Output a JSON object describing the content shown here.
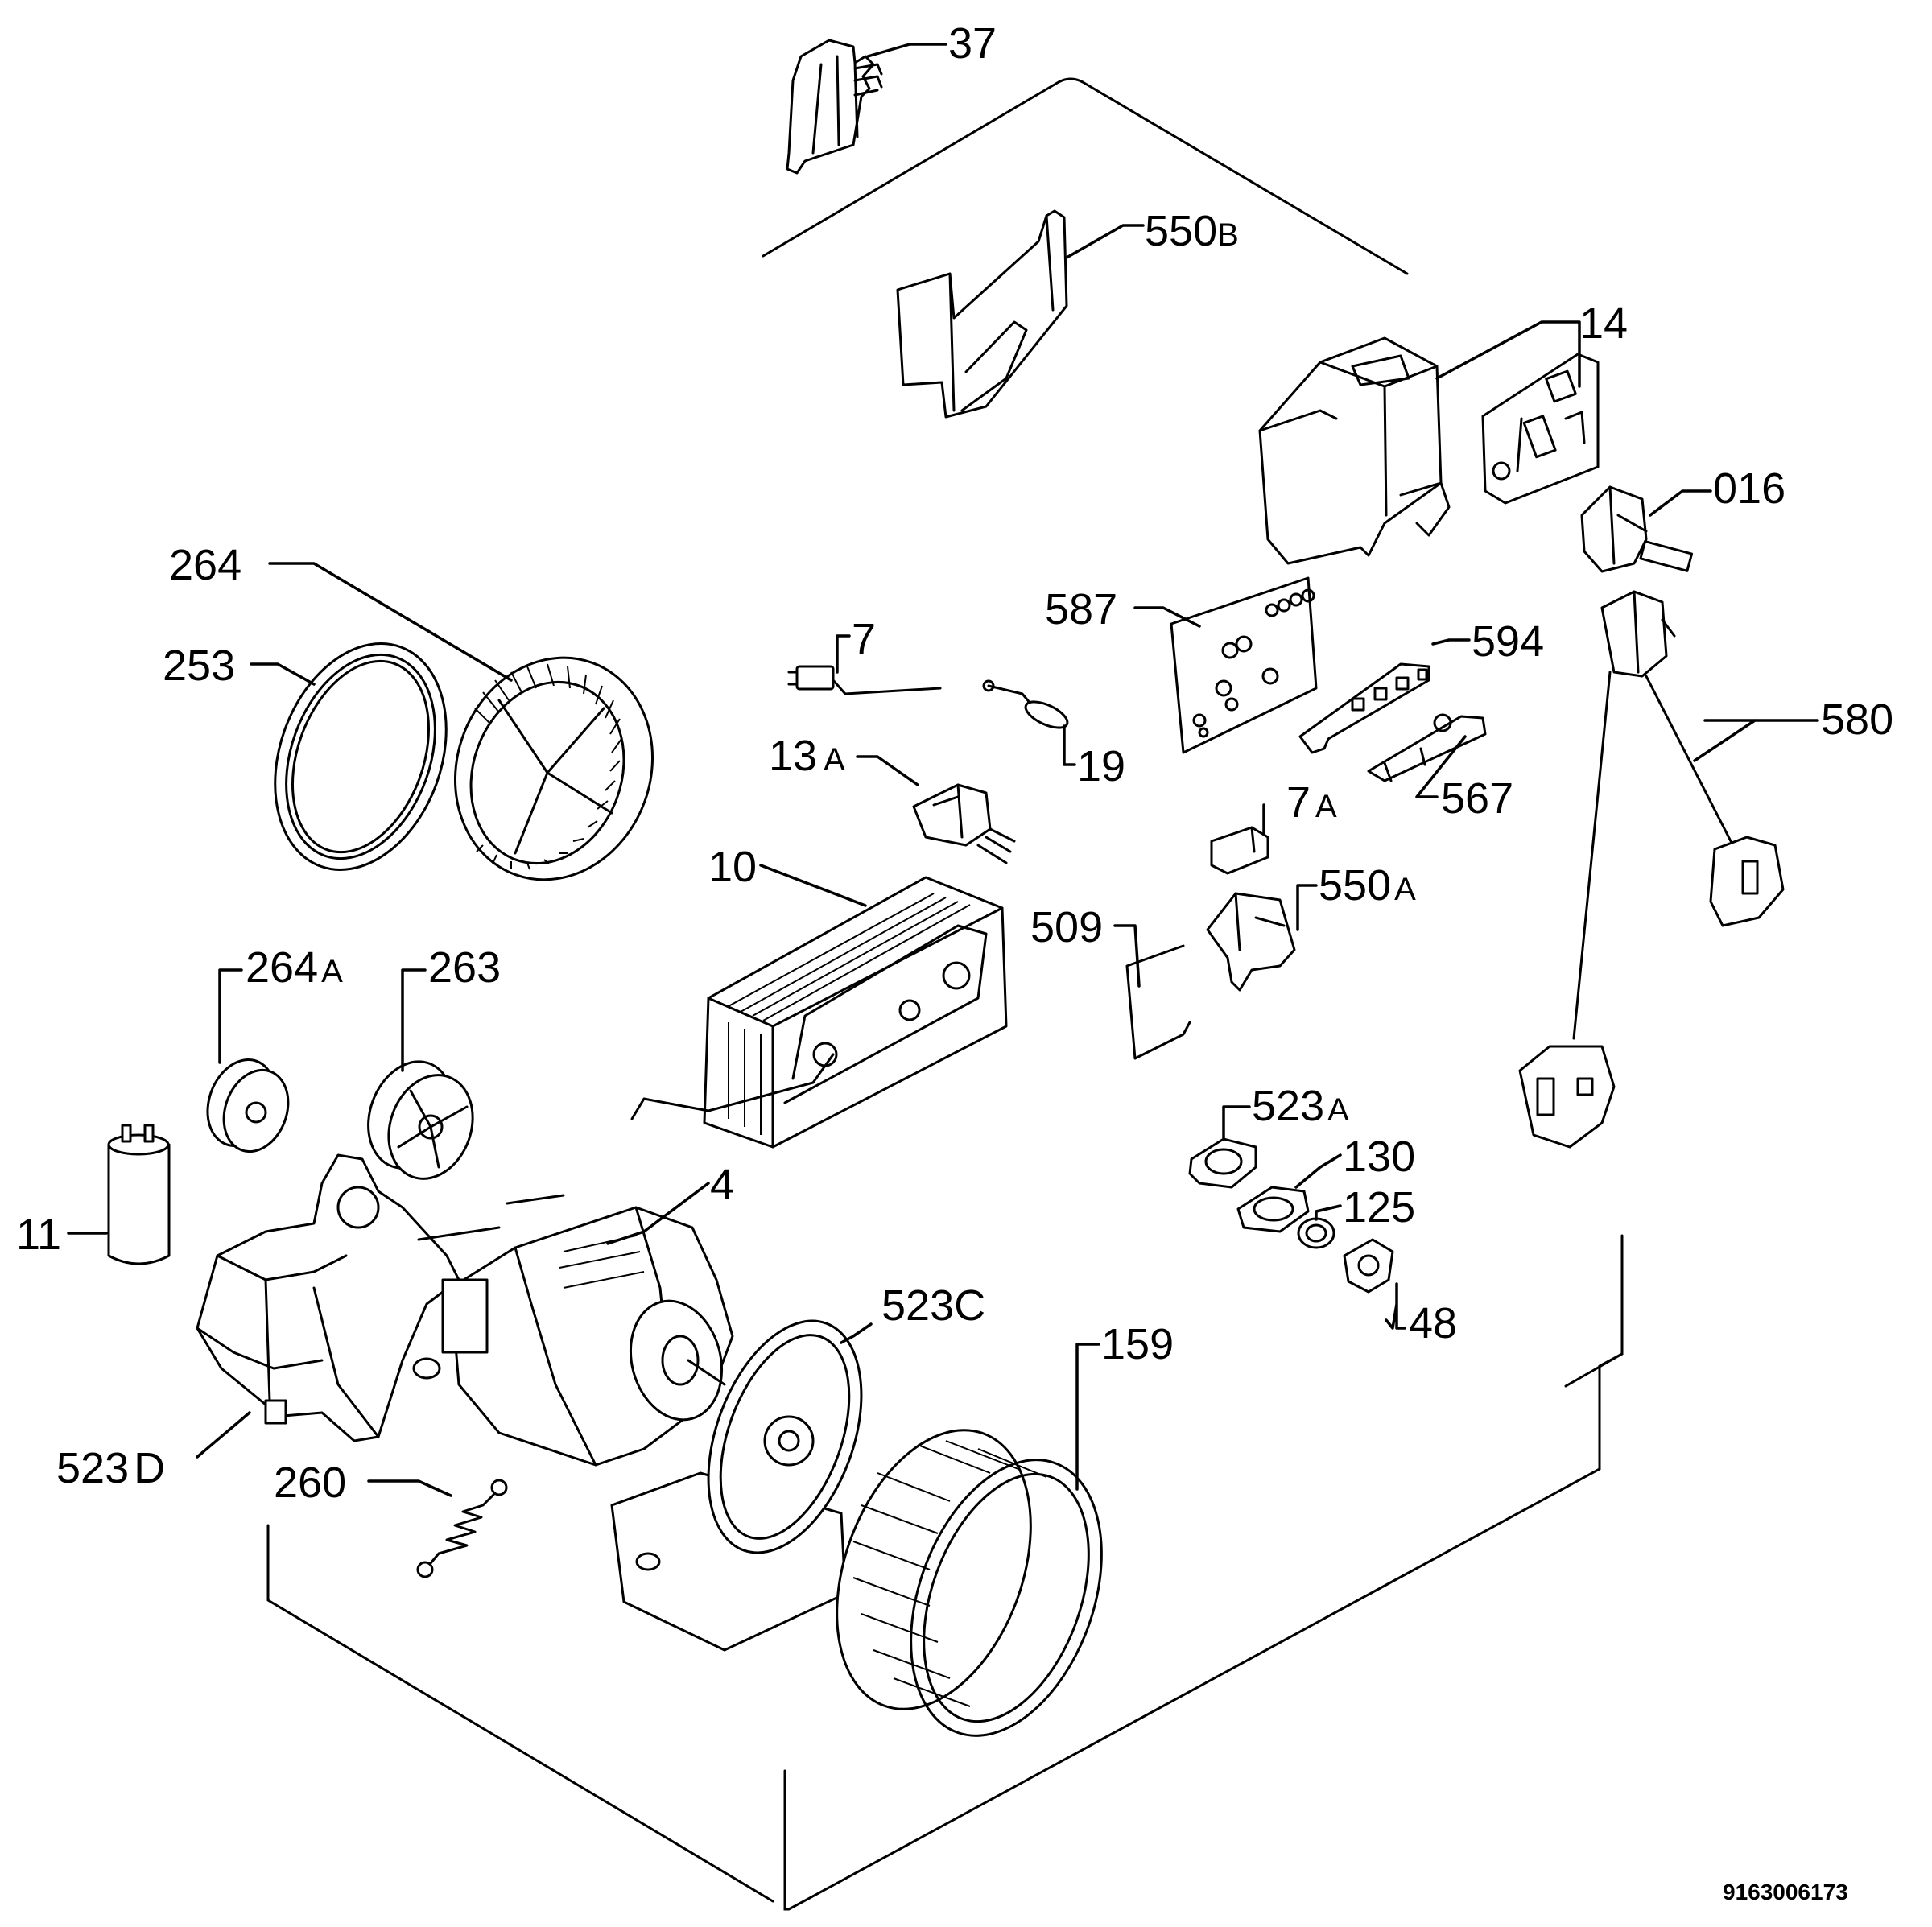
{
  "document_number": "9163006173",
  "labels": {
    "p37": "37",
    "p550b_num": "550",
    "p550b_suf": "B",
    "p14": "14",
    "p016": "016",
    "p264": "264",
    "p253": "253",
    "p587": "587",
    "p594": "594",
    "p7": "7",
    "p19": "19",
    "p13a_num": "13",
    "p13a_suf": "A",
    "p580": "580",
    "p567": "567",
    "p7a_num": "7",
    "p7a_suf": "A",
    "p10": "10",
    "p509": "509",
    "p550a_num": "550",
    "p550a_suf": "A",
    "p264a_num": "264",
    "p264a_suf": "A",
    "p263": "263",
    "p523a_num": "523",
    "p523a_suf": "A",
    "p130": "130",
    "p125": "125",
    "p4": "4",
    "p11": "11",
    "p48": "48",
    "p523c": "523C",
    "p159": "159",
    "p523d_num": "523",
    "p523d_suf": "D",
    "p260": "260"
  }
}
